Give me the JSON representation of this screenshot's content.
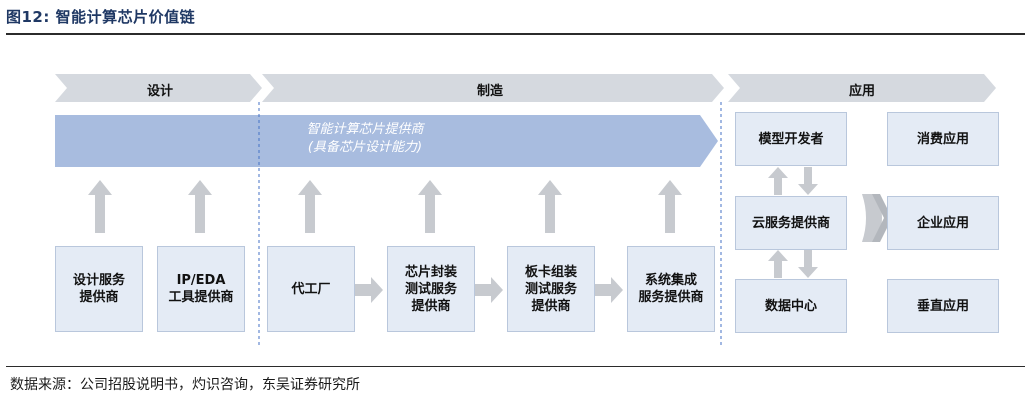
{
  "figure": {
    "title": "图12:  智能计算芯片价值链",
    "source": "数据来源：公司招股说明书，灼识咨询，东吴证券研究所"
  },
  "stages": {
    "design": "设计",
    "manufacturing": "制造",
    "application": "应用"
  },
  "banner": {
    "text": "智能计算芯片提供商\n(具备芯片设计能力)"
  },
  "chain_boxes": {
    "design_service": "设计服务\n提供商",
    "ip_eda": "IP/EDA\n工具提供商",
    "foundry": "代工厂",
    "packaging_test": "芯片封装\n测试服务\n提供商",
    "board_assembly": "板卡组装\n测试服务\n提供商",
    "system_integration": "系统集成\n服务提供商"
  },
  "application_boxes": {
    "model_developer": "模型开发者",
    "cloud_provider": "云服务提供商",
    "data_center": "数据中心",
    "consumer": "消费应用",
    "enterprise": "企业应用",
    "vertical": "垂直应用"
  },
  "colors": {
    "stage_chevron": "#d5d9df",
    "banner": "#a8bcdf",
    "box_fill": "#e4ebf5",
    "arrow": "#c7cacf",
    "divider": "#4472c4"
  }
}
